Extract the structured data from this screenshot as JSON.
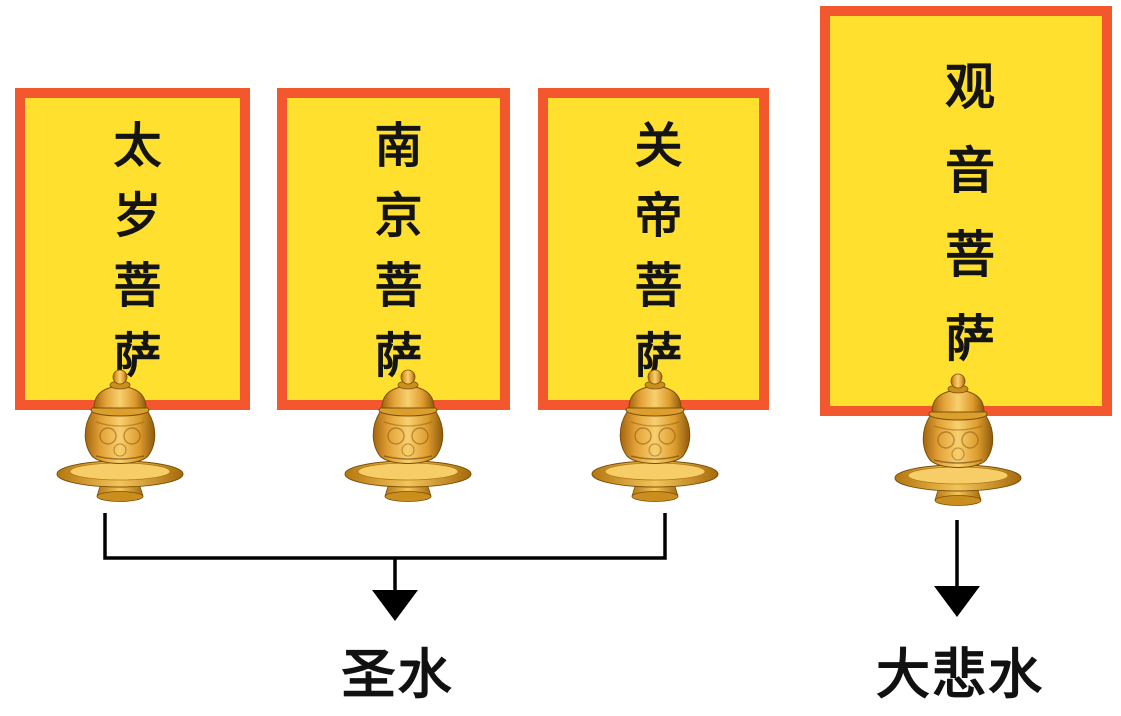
{
  "cards": [
    {
      "id": "taisui",
      "label": "太岁菩萨"
    },
    {
      "id": "nanjing",
      "label": "南京菩萨"
    },
    {
      "id": "guandi",
      "label": "关帝菩萨"
    },
    {
      "id": "guanyin",
      "label": "观音菩萨"
    }
  ],
  "results": [
    {
      "id": "holy-water",
      "label": "圣水"
    },
    {
      "id": "great-compassion-water",
      "label": "大悲水"
    }
  ],
  "connections": [
    {
      "from": [
        "太岁菩萨",
        "南京菩萨",
        "关帝菩萨"
      ],
      "to": "圣水"
    },
    {
      "from": [
        "观音菩萨"
      ],
      "to": "大悲水"
    }
  ],
  "colors": {
    "card_background": "#FFE02E",
    "card_border": "#F2572D",
    "label_text": "#141414",
    "connector": "#000000"
  }
}
